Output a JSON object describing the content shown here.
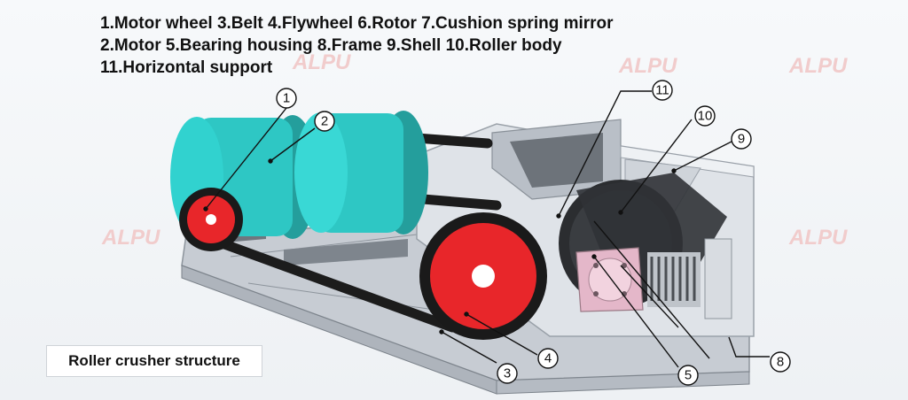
{
  "legend": {
    "line1": "1.Motor wheel 3.Belt 4.Flywheel 6.Rotor 7.Cushion spring mirror",
    "line2": "2.Motor 5.Bearing housing 8.Frame 9.Shell 10.Roller body",
    "line3": "11.Horizontal support"
  },
  "caption": "Roller crusher structure",
  "watermark": "ALPU",
  "callouts": [
    "1",
    "2",
    "3",
    "4",
    "5",
    "8",
    "9",
    "10",
    "11"
  ],
  "colors": {
    "motor": "#2ec7c4",
    "wheel": "#e8262a",
    "frame": "#c9ced6",
    "belt": "#1a1a1a",
    "spring": "#d9dcdf"
  }
}
